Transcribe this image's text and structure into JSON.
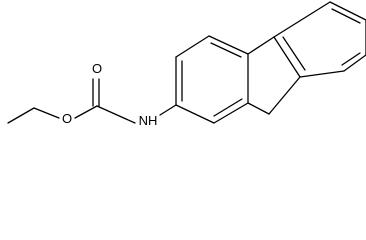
{
  "structure": {
    "atoms": {
      "carbonyl_oxygen": "O",
      "ester_oxygen": "O",
      "amide_nitrogen": "NH"
    }
  },
  "colors": {
    "line": "#000000",
    "background": "#ffffff"
  }
}
